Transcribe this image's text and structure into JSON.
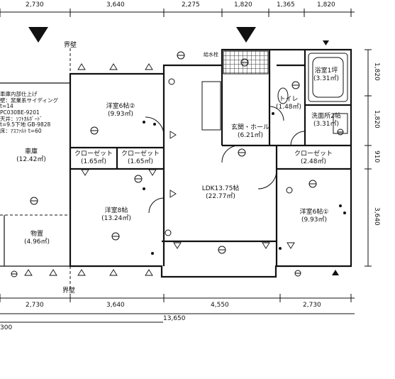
{
  "dimensions": {
    "top": [
      "2,730",
      "3,640",
      "2,275",
      "1,820",
      "1,365",
      "1,820"
    ],
    "bottom": [
      "2,730",
      "3,640",
      "4,550",
      "2,730"
    ],
    "total": "13,650",
    "left_cut": "300",
    "right": [
      "1,820",
      "1,820",
      "910",
      "3,640"
    ]
  },
  "labels": {
    "boundary_top": "界壁",
    "boundary_bottom": "界壁",
    "hot_water": "給水栓"
  },
  "rooms": {
    "western_2": {
      "name": "洋室6帖②",
      "area": "(9.93㎡)"
    },
    "closet_a": {
      "name": "クローゼット",
      "area": "(1.65㎡)"
    },
    "closet_b": {
      "name": "クローゼット",
      "area": "(1.65㎡)"
    },
    "garage": {
      "name": "車庫",
      "area": "(12.42㎡)"
    },
    "storage": {
      "name": "物置",
      "area": "(4.96㎡)"
    },
    "western_8": {
      "name": "洋室8帖",
      "area": "(13.24㎡)"
    },
    "ldk": {
      "name": "LDK13.75帖",
      "area": "(22.77㎡)"
    },
    "entrance": {
      "name": "玄関・ホール",
      "area": "(6.21㎡)"
    },
    "toilet": {
      "name": "トイレ",
      "area": "(1.48㎡)"
    },
    "bath": {
      "name": "浴室1坪",
      "area": "(3.31㎡)"
    },
    "washroom": {
      "name": "洗面所2帖",
      "area": "(3.31㎡)"
    },
    "closet_c": {
      "name": "クローゼット",
      "area": "(2.48㎡)"
    },
    "western_1": {
      "name": "洋室6帖①",
      "area": "(9.93㎡)"
    }
  },
  "garage_spec": [
    "車庫内部仕上げ",
    "壁：窯業系サイディング",
    "t=14",
    "PC030BE-9201",
    "天井：ｿﾌﾄｶﾙﾎﾞｰﾄﾞ",
    "t=9.5下地 GB-9828",
    "床：ｱｽﾌｧﾙﾄ t=60"
  ],
  "colors": {
    "line": "#111111",
    "hatch": "#333333",
    "bg": "#ffffff"
  }
}
